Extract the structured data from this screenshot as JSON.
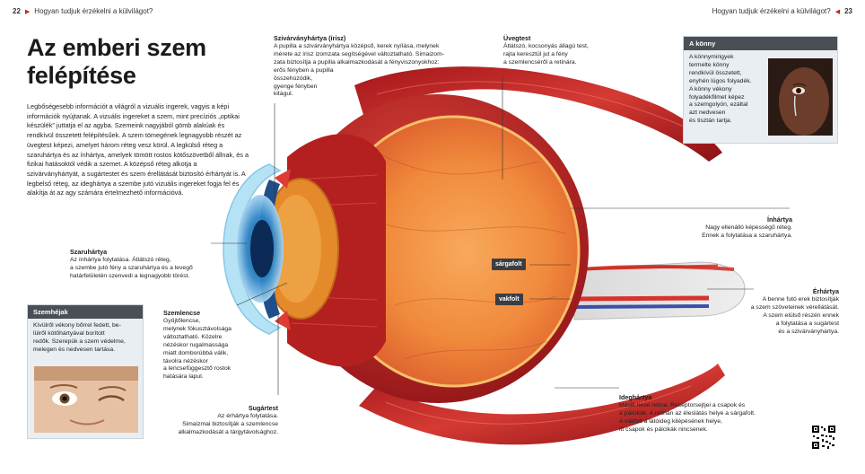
{
  "header": {
    "left_page": "22",
    "left_title": "Hogyan tudjuk érzékelni a külvilágot?",
    "right_page": "23",
    "right_title": "Hogyan tudjuk érzékelni a külvilágot?"
  },
  "title": "Az emberi szem felépítése",
  "intro": "Legbőségesebb információt a világról a vizuális ingerek, vagyis a képi információk nyújtanak. A vizuális ingereket a szem, mint precíziós „optikai készülék” juttatja el az agyba. Szemeink nagyjából gömb alakúak és rendkívül összetett felépítésűek. A szem tömegének legnagyobb részét az üvegtest képezi, amelyet három réteg vesz körül. A legkülső réteg a szaruhártya és az ínhártya, amelyek tömött rostos kötőszövetből állnak, és a fizikai hatásoktól védik a szemet. A középső réteg alkotja a szivárványhártyát, a sugártestet és szem érellátását biztosító érhártyát is. A legbelső réteg, az ideghártya a szembe jutó vizuális ingereket fogja fel és alakítja át az agy számára értelmezhető információvá.",
  "labels": {
    "szivarvanyhartya": {
      "title": "Szivárványhártya (írisz)",
      "body": "A pupilla a szivárványhártya középső, kerek nyílása, melynek\nmérete az írisz izomzata segítségével változtatható. Simaizom-\nzata biztosítja a pupilla alkalmazkodását a fényviszonyokhoz:\nerős fényben a pupilla\nösszehúzódik,\ngyenge fényben\nkitágul."
    },
    "uvegtest": {
      "title": "Üvegtest",
      "body": "Átlátszó, kocsonyás állagú test,\nrajta keresztül jut a fény\na szemlencséről a retinára."
    },
    "szaruhartya": {
      "title": "Szaruhártya",
      "body": "Az ínhártya folytatása. Átlátszó réteg,\na szembe jutó fény a szaruhártya és a levegő\nhatárfelületén szenvedi a legnagyobb törést."
    },
    "szemlencse": {
      "title": "Szemlencse",
      "body": "Gyűjtőlencse,\nmelynek fókusztávolsága\nváltoztatható. Közelre\nnézéskor rugalmassága\nmiatt domborúbbá válik,\ntávolra nézéskor\na lencsefüggesztő rostok\nhatására lapul."
    },
    "sugartest": {
      "title": "Sugártest",
      "body": "Az érhártya folytatása.\nSimaizmai biztosítják a szemlencse\nalkalmazkodását a tárgytávolsághoz."
    },
    "inhartya": {
      "title": "Ínhártya",
      "body": "Nagy ellenálló képességű réteg.\nEnnek a folytatása a szaruhártya."
    },
    "erhartya": {
      "title": "Érhártya",
      "body": "A benne futó erek biztosítják\na szem szöveteinek vérellátását.\nA szem elülső részén ennek\na folytatása a sugártest\nés a szivárványhártya."
    },
    "ideghartya": {
      "title": "Ideghártya",
      "body": "Másik neve retina. Receptorsejtjei a csapok és\na pálcikák. A retinán az éleslátás helye a sárgafolt.\nA vakfolt a látóideg kilépésének helye,\nitt csapok és pálcikák nincsenek."
    }
  },
  "tags": {
    "sargafolt": "sárgafolt",
    "vakfolt": "vakfolt"
  },
  "boxes": {
    "konny": {
      "title": "A könny",
      "body": "A könnymirigyek\ntermelte könny\nrendkívül összetett,\nenyhén lúgos folyadék.\nA könny vékony\nfolyadékfilmet képez\na szemgolyón, ezáltal\nazt nedvesen\nés tisztán tartja."
    },
    "szemhejak": {
      "title": "Szemhéjak",
      "body": "Kívülről vékony bőrrel fedett, be-\nlülről kötőhártyával borított\nredők. Szerepük a szem védelme,\nmelegen és nedvesen tartása."
    }
  },
  "colors": {
    "accent_red": "#c8232c",
    "box_header": "#4a4f56",
    "box_bg": "#e9eef2"
  }
}
